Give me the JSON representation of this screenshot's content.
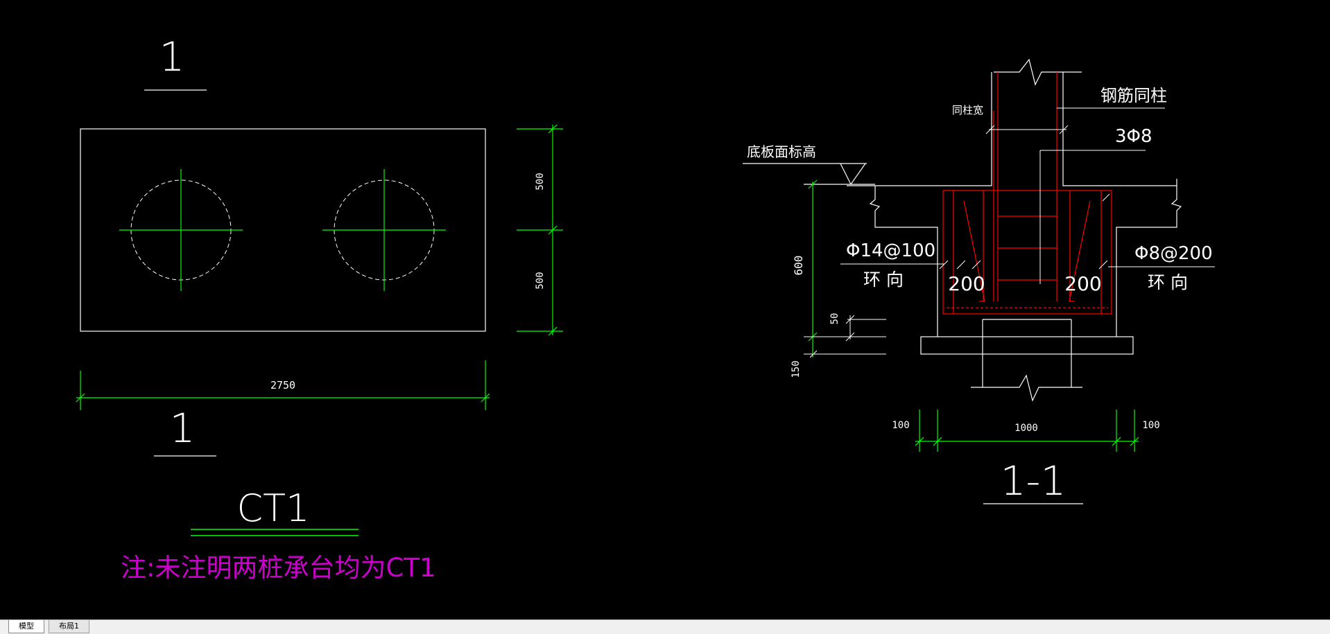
{
  "plan": {
    "section_marker_top": "1",
    "section_marker_bottom": "1",
    "dim_right_upper": "500",
    "dim_right_lower": "500",
    "dim_bottom_length": "2750",
    "title": "CT1",
    "note": "注:未注明两桩承台均为CT1"
  },
  "section": {
    "label_rebar_same_as_column": "钢筋同柱",
    "label_same_column_width": "同柱宽",
    "label_stirrups": "3Φ8",
    "label_slab_top_elevation": "底板面标高",
    "label_left_rebar": "Φ14@100",
    "label_left_rebar_dir": "环 向",
    "label_right_rebar": "Φ8@200",
    "label_right_rebar_dir": "环 向",
    "dim_left_inner": "200",
    "dim_right_inner": "200",
    "dim_height": "600",
    "dim_bottom_offset": "50",
    "dim_cushion": "150",
    "dim_left_ext": "100",
    "dim_width": "1000",
    "dim_right_ext": "100",
    "title": "1-1"
  },
  "tabs": [
    {
      "label": "模型",
      "active": true
    },
    {
      "label": "布局1",
      "active": false
    }
  ],
  "colors": {
    "background": "#000000",
    "outline": "#ffffff",
    "dimension": "#00ff00",
    "rebar": "#ff0000",
    "note": "#cc00cc"
  }
}
